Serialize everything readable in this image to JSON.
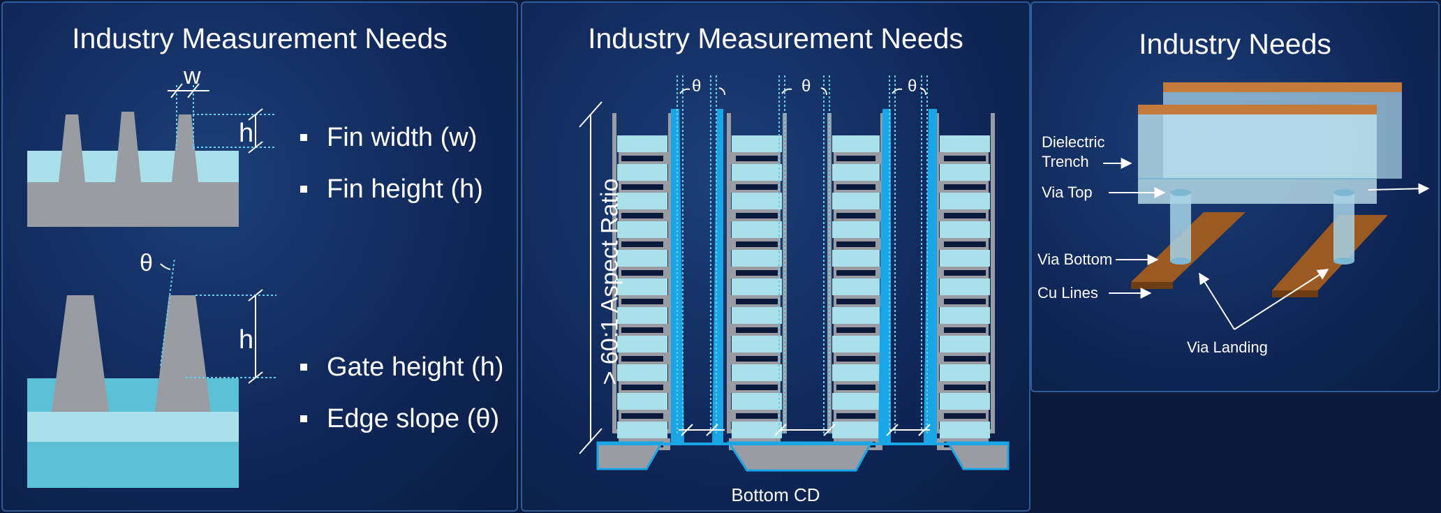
{
  "fin_panel": {
    "title": "Industry Measurement Needs",
    "labels": {
      "w": "w",
      "h_top": "h",
      "theta": "θ",
      "h_bottom": "h"
    },
    "bullets_top": [
      "Fin width (w)",
      "Fin height (h)"
    ],
    "bullets_bottom": [
      "Gate height (h)",
      "Edge slope (θ)"
    ]
  },
  "stack_panel": {
    "title": "Industry Measurement Needs",
    "aspect_label": "> 60:1 Aspect Ratio",
    "theta_labels": [
      "θ",
      "θ",
      "θ"
    ],
    "bottom_label": "Bottom CD"
  },
  "via_panel": {
    "title": "Industry Needs",
    "labels": {
      "dielectric_trench": "Dielectric Trench",
      "via_top": "Via Top",
      "via_bottom": "Via Bottom",
      "cu_lines": "Cu Lines",
      "via_landing": "Via Landing"
    }
  },
  "colors": {
    "background": "#0b1a3a",
    "gray": "#9a9ca3",
    "light_cyan": "#a9e0ea",
    "mid_cyan": "#5cc0d6",
    "bright_blue": "#1aa6e6",
    "copper": "#9a5a22",
    "copper_light": "#c47a3a"
  }
}
